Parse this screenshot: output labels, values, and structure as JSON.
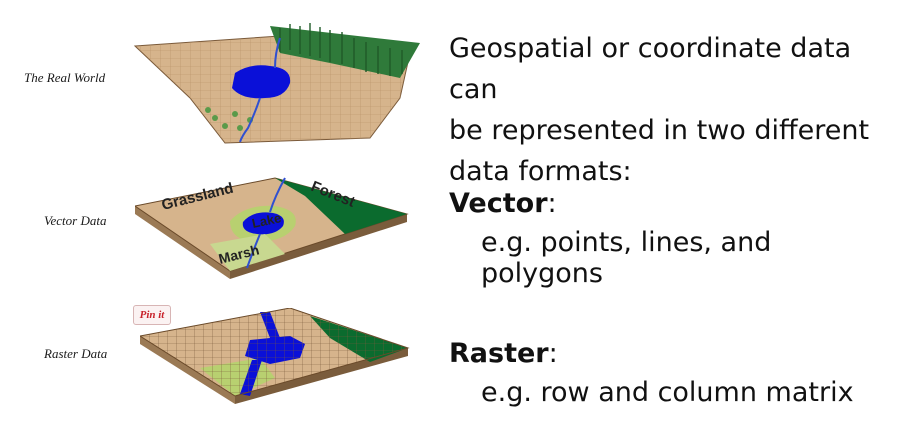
{
  "labels": {
    "real_world": "The Real World",
    "vector": "Vector Data",
    "raster": "Raster Data"
  },
  "map_labels": {
    "grassland": "Grassland",
    "forest": "Forest",
    "lake": "Lake",
    "marsh": "Marsh"
  },
  "pin_button": "Pin it",
  "intro_text": [
    "Geospatial or coordinate data can",
    "be represented in two different",
    "data formats:"
  ],
  "formats": [
    {
      "name": "Vector",
      "suffix": ":",
      "example": "e.g. points, lines, and polygons"
    },
    {
      "name": "Raster",
      "suffix": ":",
      "example": "e.g. row and column matrix"
    }
  ],
  "colors": {
    "terrain": "#d6b48c",
    "water": "#0a10d8",
    "forest": "#0b6b2e",
    "grass": "#b8d070",
    "marsh": "#c8d890"
  }
}
